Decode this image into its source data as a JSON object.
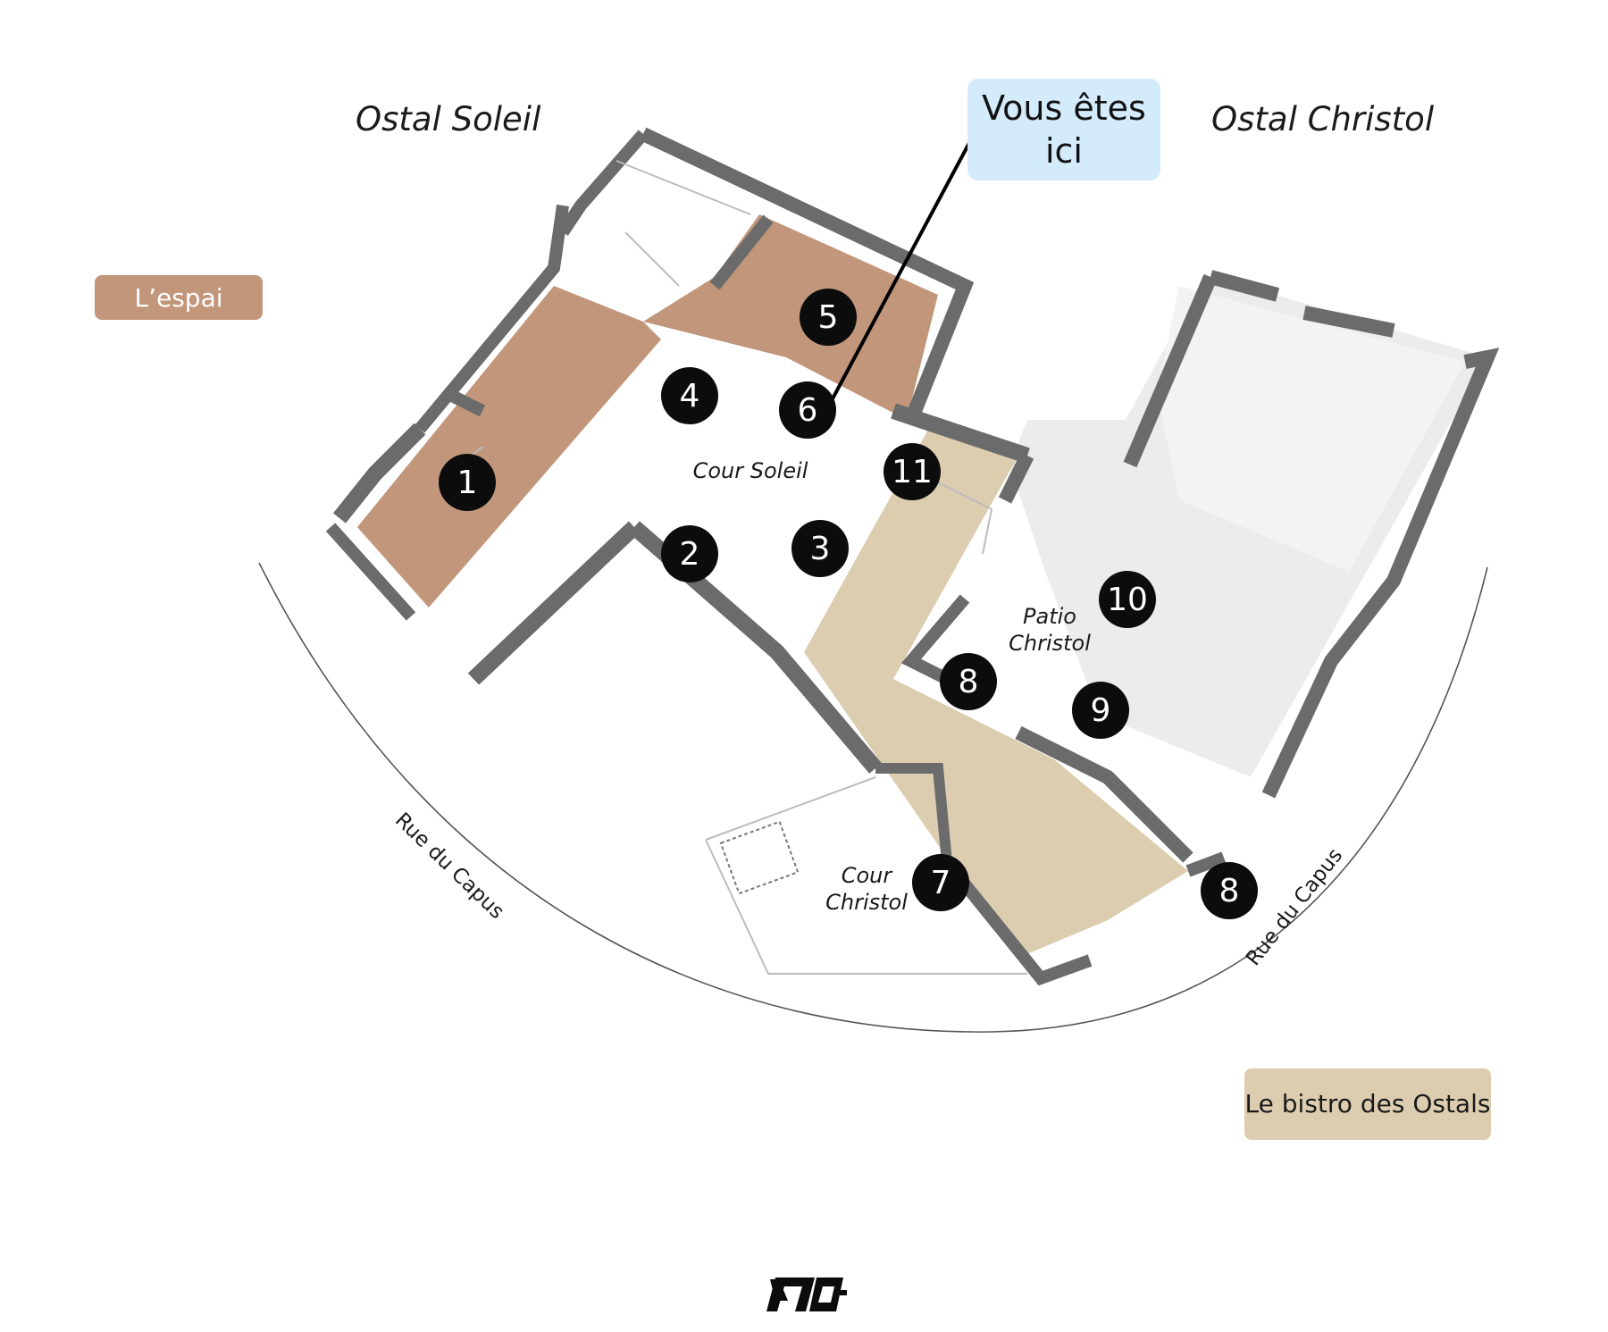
{
  "buildings": {
    "left_name": "Ostal Soleil",
    "right_name": "Ostal Christol"
  },
  "legend": {
    "espai": "L’espai",
    "bistro": "Le bistro des Ostals",
    "espai_color": "#c2967a",
    "bistro_color": "#dccdb0"
  },
  "you_are_here": {
    "label": "Vous êtes ici",
    "color": "#d3ebfb",
    "points_to_marker": "6"
  },
  "spaces": {
    "cour_soleil": "Cour Soleil",
    "patio_christol": "Patio Christol",
    "cour_christol": "Cour Christol"
  },
  "streets": {
    "left": "Rue du Capus",
    "right": "Rue du Capus"
  },
  "markers": [
    "1",
    "2",
    "3",
    "4",
    "5",
    "6",
    "7",
    "8",
    "8",
    "9",
    "10",
    "11"
  ],
  "colors": {
    "wall": "#6b6b6b",
    "marker": "#0c0c0c"
  },
  "icons": [
    "logo-icon"
  ]
}
